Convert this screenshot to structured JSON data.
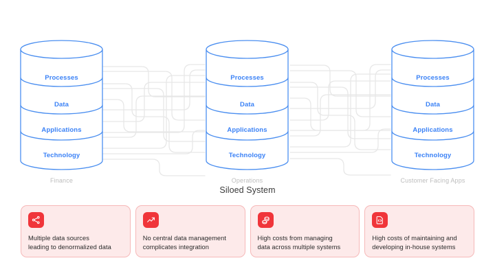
{
  "diagram": {
    "title": "Siloed System",
    "band_labels": [
      "Processes",
      "Data",
      "Applications",
      "Technology"
    ],
    "accent_blue": "#3b82f6",
    "connector_gray": "#e6e6e6",
    "caption_gray": "#bdbdbd",
    "silos": [
      {
        "caption": "Finance"
      },
      {
        "caption": "Operations"
      },
      {
        "caption": "Customer Facing Apps"
      }
    ]
  },
  "cards": {
    "accent_red": "#f0353a",
    "background": "#fdeaea",
    "border": "#f6b8b8",
    "items": [
      {
        "icon": "share-nodes-icon",
        "line1": "Multiple data sources",
        "line2": "leading to denormalized data"
      },
      {
        "icon": "trending-up-icon",
        "line1": "No central data management",
        "line2": "complicates integration"
      },
      {
        "icon": "coins-stack-icon",
        "line1": "High costs from managing",
        "line2": "data across multiple systems"
      },
      {
        "icon": "file-code-icon",
        "line1": "High costs of maintaining and",
        "line2": "developing in-house systems"
      }
    ]
  }
}
